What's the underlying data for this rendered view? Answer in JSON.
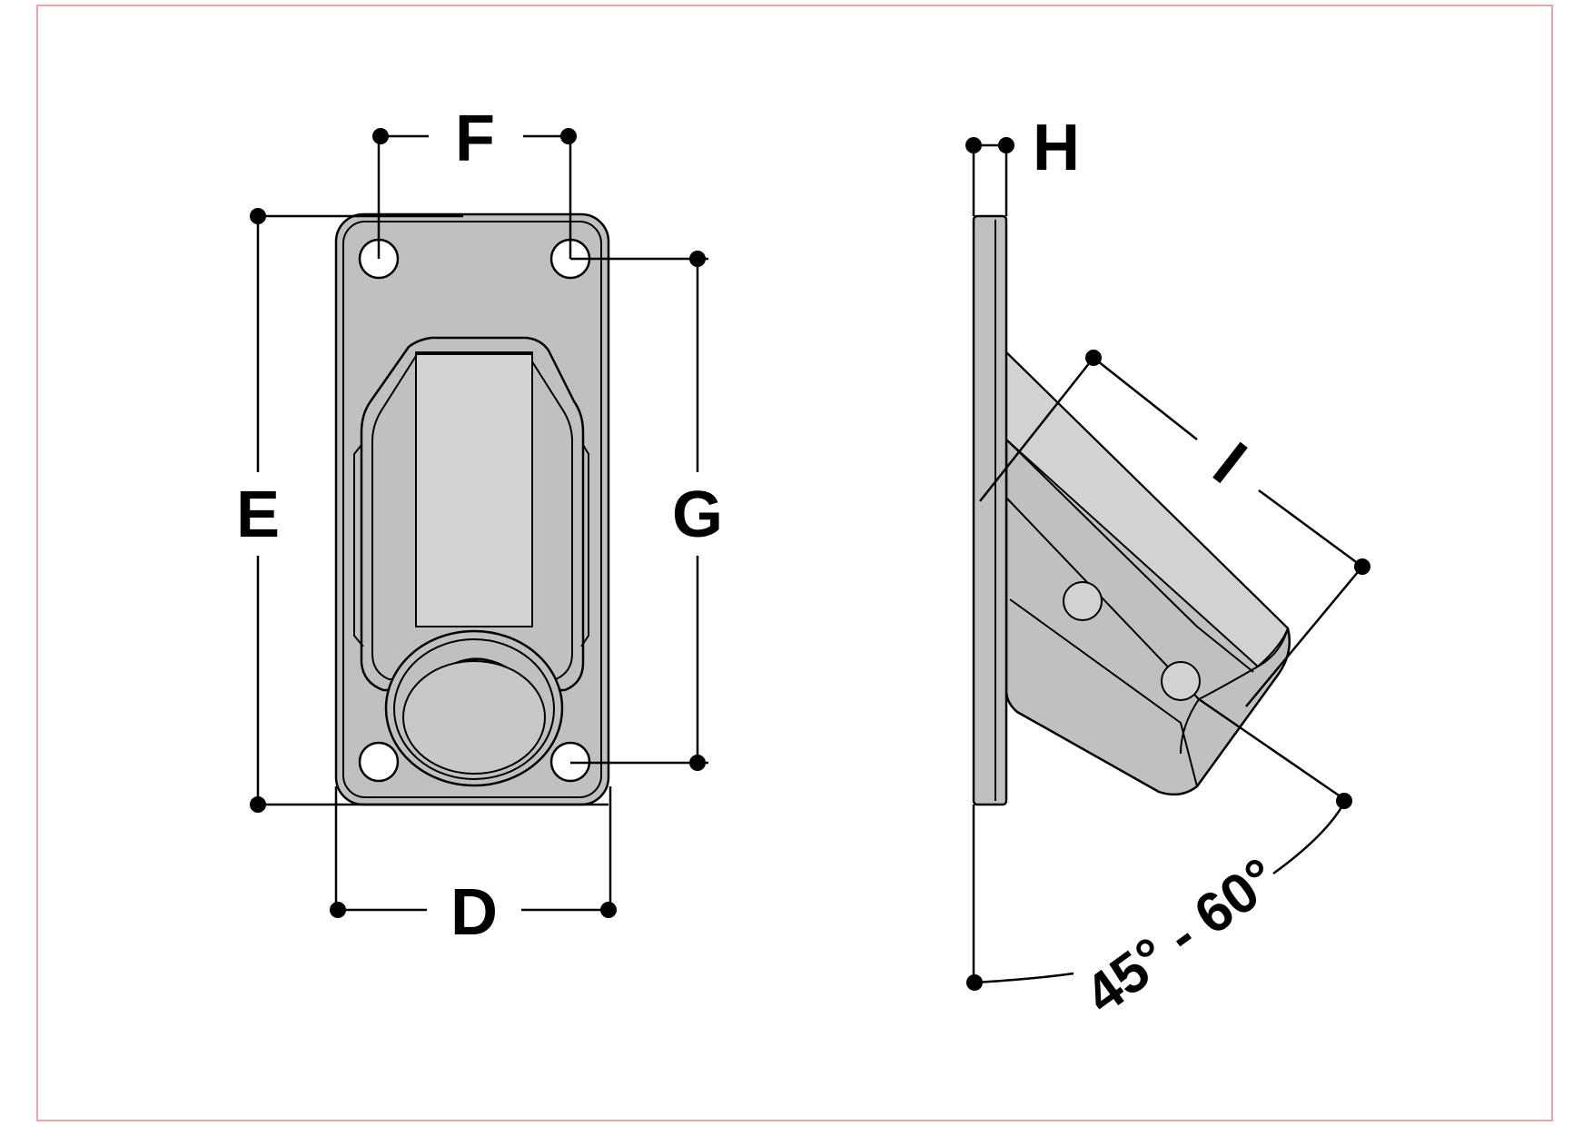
{
  "drawing": {
    "labels": {
      "D": "D",
      "E": "E",
      "F": "F",
      "G": "G",
      "H": "H",
      "I": "I",
      "angle": "45° - 60°"
    },
    "colors": {
      "border": "#e8a6a6",
      "part_fill": "#c0c0c0",
      "line": "#000000"
    }
  }
}
